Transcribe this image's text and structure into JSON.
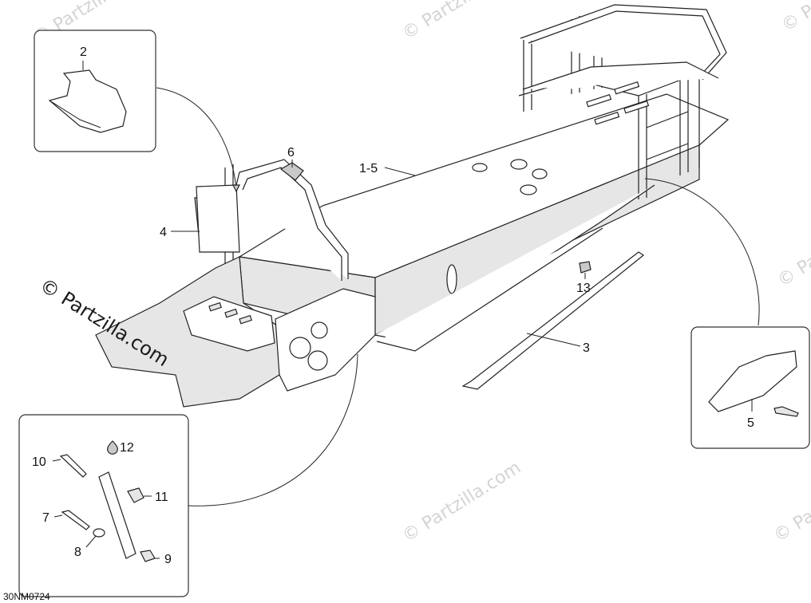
{
  "diagram_code": "30NM0724",
  "watermark": {
    "text": "© Partzilla.com",
    "prominent_text": "© Partzilla.com"
  },
  "labels": {
    "part_1_5": "1-5",
    "part_2": "2",
    "part_3": "3",
    "part_4": "4",
    "part_5": "5",
    "part_6": "6",
    "part_7": "7",
    "part_8": "8",
    "part_9": "9",
    "part_10": "10",
    "part_11": "11",
    "part_12": "12",
    "part_13": "13"
  },
  "icons": {
    "thread_locker": "droplet-icon"
  }
}
